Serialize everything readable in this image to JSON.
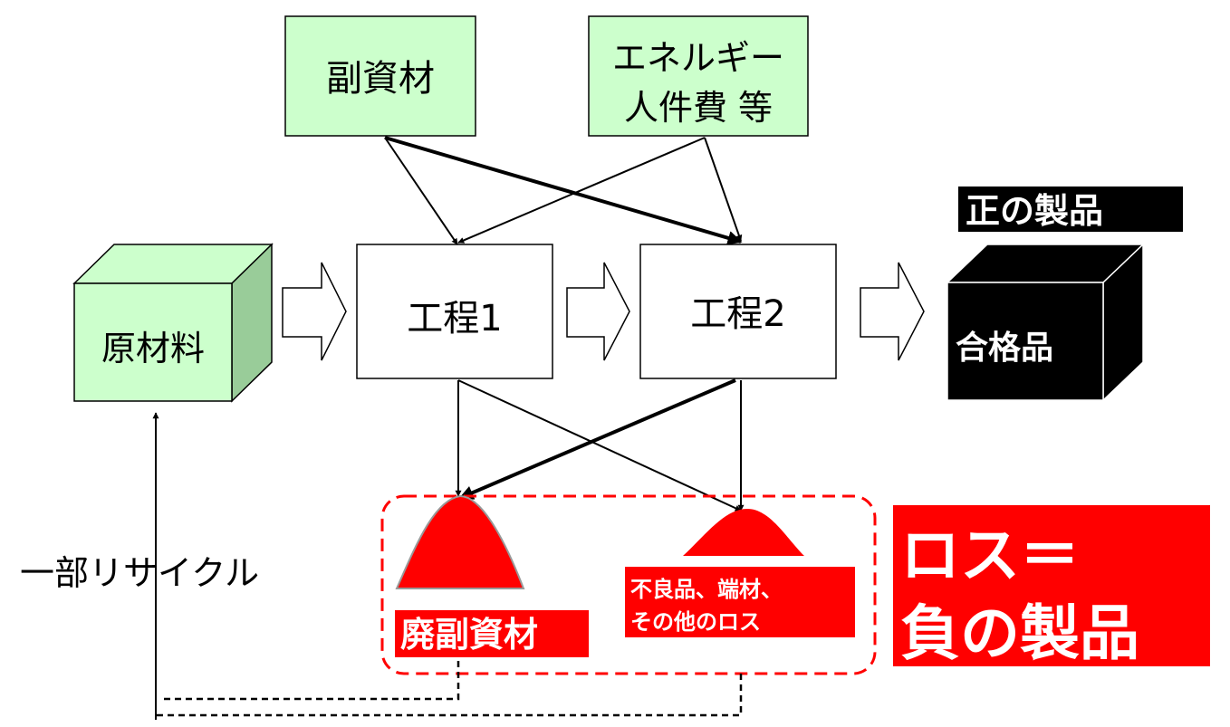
{
  "boxes": {
    "sub_material": "副資材",
    "energy_line1": "エネルギー",
    "energy_line2": "人件費 等",
    "raw_material": "原材料",
    "process1": "工程1",
    "process2": "工程2",
    "accepted_product": "合格品"
  },
  "labels": {
    "positive_product": "正の製品",
    "partial_recycle": "一部リサイクル",
    "waste_sub_material": "廃副資材",
    "defects_line1": "不良品、端材、",
    "defects_line2": "その他のロス",
    "loss_line1": "ロス＝",
    "loss_line2": "負の製品"
  },
  "colors": {
    "input_box": "#ccffcc",
    "cube_side": "#99cc99",
    "loss_red": "#ff0000",
    "product_black": "#000000"
  }
}
